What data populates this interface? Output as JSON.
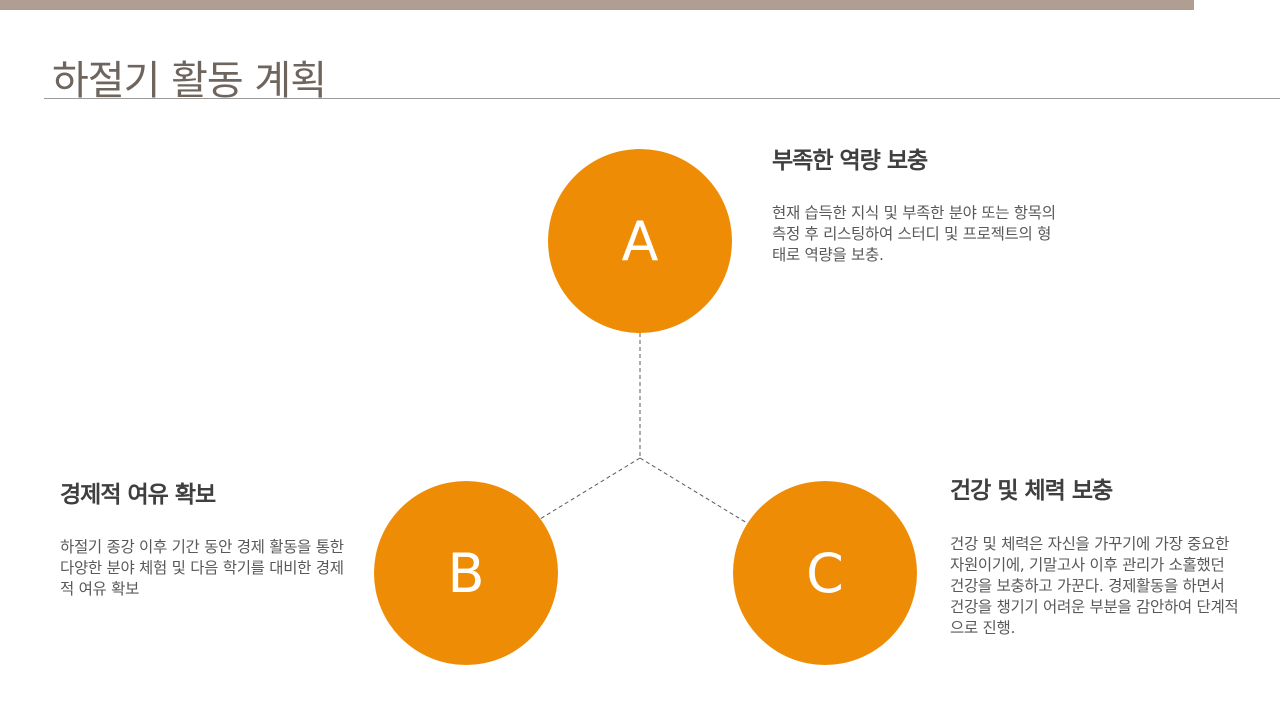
{
  "slide": {
    "title": "하절기 활동 계획"
  },
  "colors": {
    "top_bar": "#b09e92",
    "title_text": "#6e655e",
    "circle_fill": "#ef8c06",
    "heading_text": "#3f3f3f",
    "body_text": "#595959",
    "connector": "#595959"
  },
  "items": [
    {
      "letter": "A",
      "heading": "부족한 역량 보충",
      "description": "현재 습득한 지식 및 부족한 분야 또는 항목의 측정 후 리스팅하여 스터디 및 프로젝트의 형태로 역량을 보충."
    },
    {
      "letter": "B",
      "heading": "경제적 여유 확보",
      "description": "하절기 종강 이후 기간 동안 경제 활동을 통한 다양한 분야 체험 및 다음 학기를 대비한 경제적 여유 확보"
    },
    {
      "letter": "C",
      "heading": "건강 및 체력 보충",
      "description": "건강 및 체력은 자신을 가꾸기에 가장 중요한 자원이기에, 기말고사 이후 관리가 소홀했던 건강을 보충하고 가꾼다. 경제활동을 하면서 건강을 챙기기 어려운 부분을 감안하여 단계적으로 진행."
    }
  ]
}
